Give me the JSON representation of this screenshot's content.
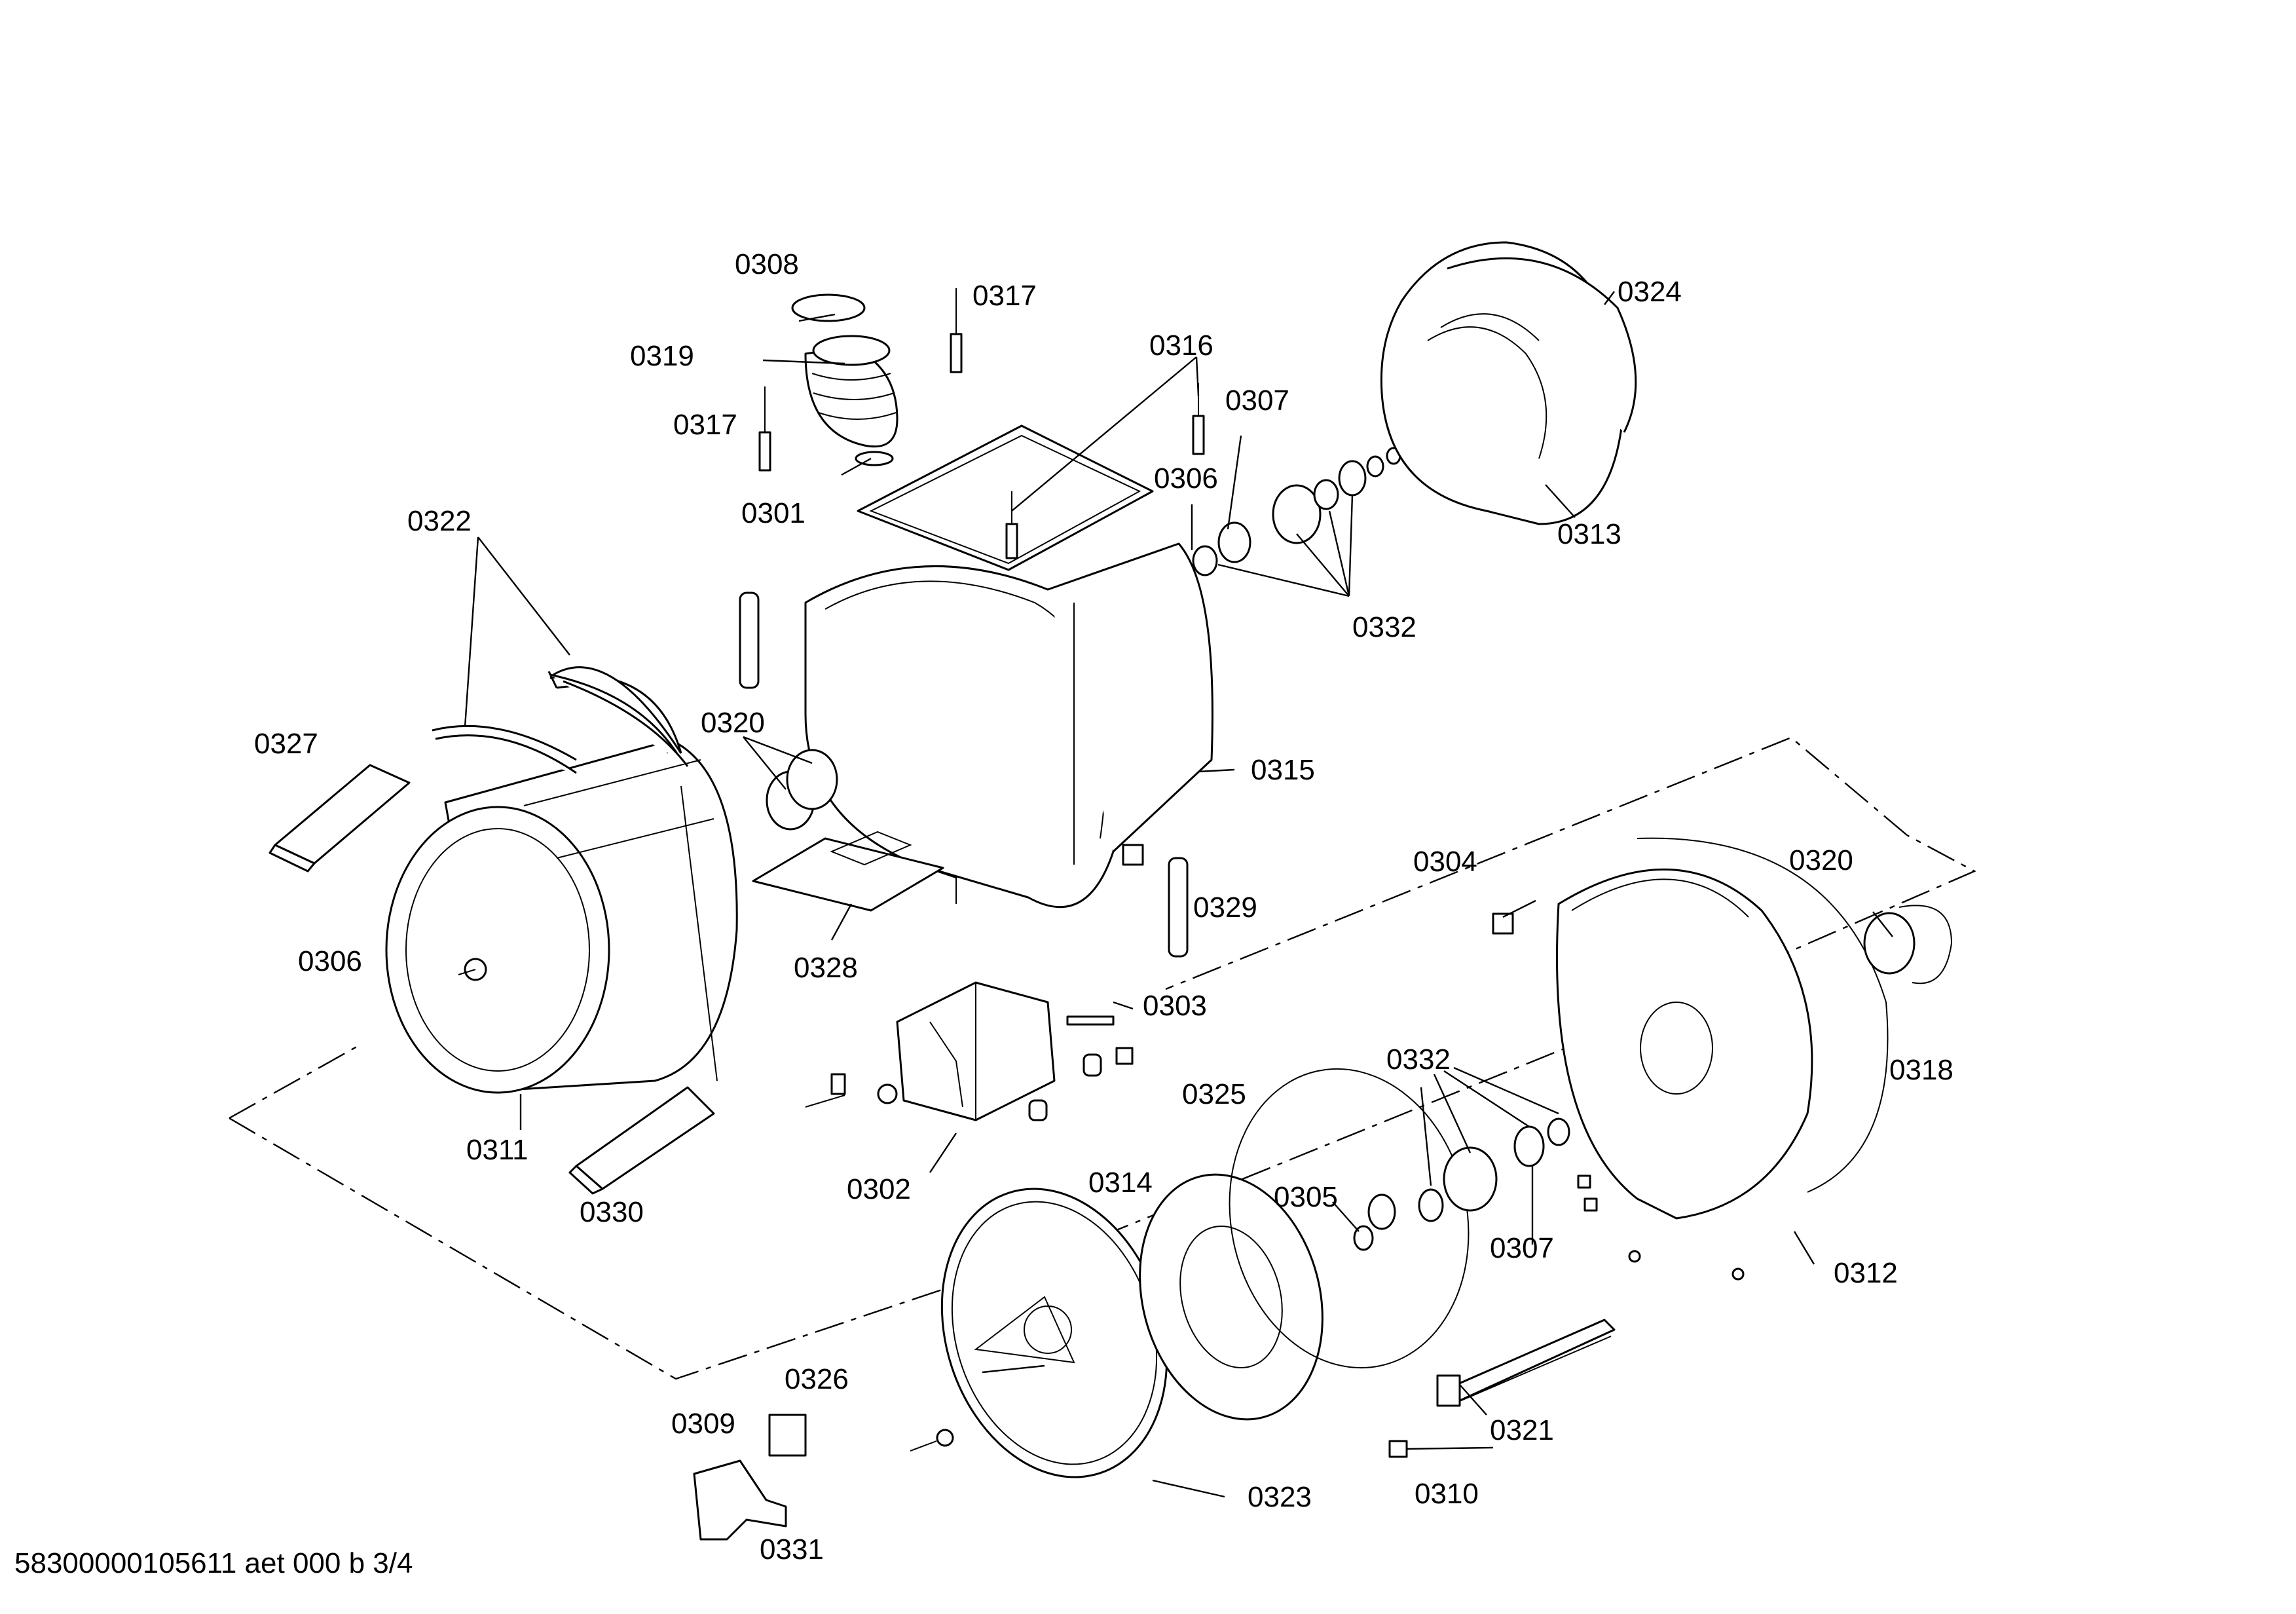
{
  "footer": "58300000105611 aet 000 b 3/4",
  "labels": {
    "p0301": "0301",
    "p0302": "0302",
    "p0303": "0303",
    "p0304": "0304",
    "p0305": "0305",
    "p0306_top": "0306",
    "p0306_drum": "0306",
    "p0307_top": "0307",
    "p0307_bottom": "0307",
    "p0308": "0308",
    "p0309": "0309",
    "p0310": "0310",
    "p0311": "0311",
    "p0312": "0312",
    "p0313": "0313",
    "p0314": "0314",
    "p0315": "0315",
    "p0316": "0316",
    "p0317_top": "0317",
    "p0317_left": "0317",
    "p0318": "0318",
    "p0319": "0319",
    "p0320_left": "0320",
    "p0320_right": "0320",
    "p0321": "0321",
    "p0322": "0322",
    "p0323": "0323",
    "p0324": "0324",
    "p0325": "0325",
    "p0326": "0326",
    "p0327": "0327",
    "p0328": "0328",
    "p0329": "0329",
    "p0330": "0330",
    "p0331": "0331",
    "p0332_top": "0332",
    "p0332_bottom": "0332"
  }
}
